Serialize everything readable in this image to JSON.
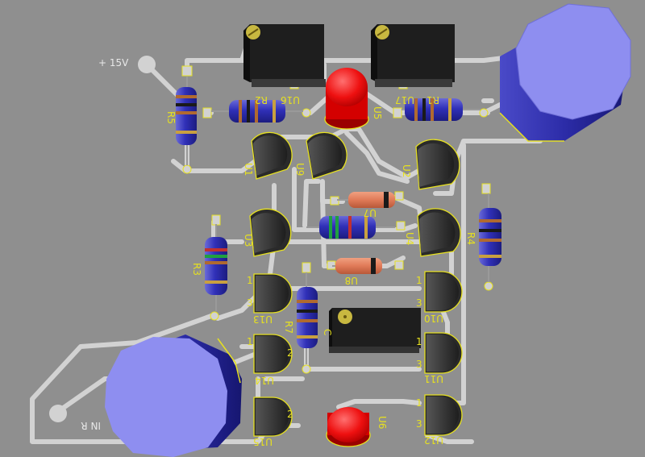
{
  "board": {
    "background_color": "#8f8f8f",
    "trace_color": "#d2d2d2",
    "silkscreen_color": "#e6e020"
  },
  "labels": {
    "plus_15v": "+ 15V",
    "in_r": "IN R",
    "u1": "U1",
    "u2": "U2",
    "u3": "U3",
    "u4": "U4",
    "u5": "U5",
    "u6": "U6",
    "u7": "U7",
    "u8": "U8",
    "u9": "U9",
    "u10": "U10",
    "u11": "U11",
    "u12": "U12",
    "u13": "U13",
    "u14": "U14",
    "u15": "U15",
    "u16": "U16",
    "u17": "U17",
    "r1": "R1",
    "r2": "R2",
    "r3": "R3",
    "r4": "R4",
    "r5": "R5",
    "r7": "R7",
    "c": "C",
    "pin1": "1",
    "pin2": "2",
    "pin3": "3"
  }
}
